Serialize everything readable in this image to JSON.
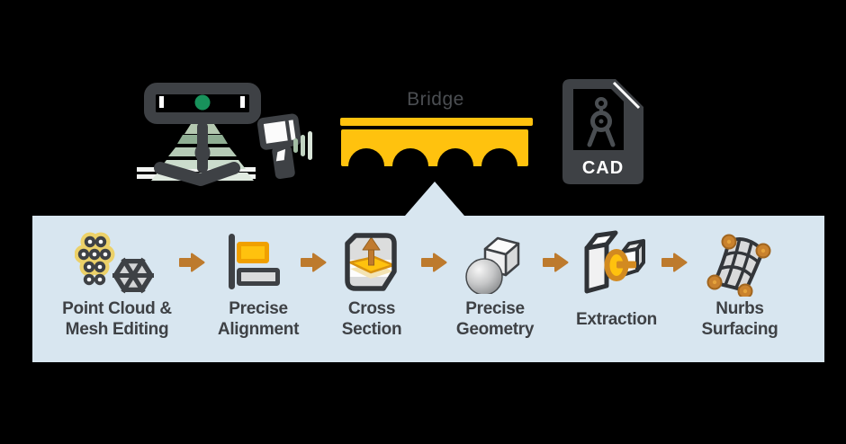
{
  "scene": {
    "scanner": {
      "icon": "3d-scanner-icon"
    },
    "bridge": {
      "label": "Bridge"
    },
    "cad_file": {
      "label": "CAD"
    }
  },
  "flow": {
    "items": [
      {
        "icon": "point-cloud-mesh-icon",
        "label": "Point Cloud &\nMesh Editing"
      },
      {
        "icon": "precise-alignment-icon",
        "label": "Precise\nAlignment"
      },
      {
        "icon": "cross-section-icon",
        "label": "Cross\nSection"
      },
      {
        "icon": "precise-geometry-icon",
        "label": "Precise\nGeometry"
      },
      {
        "icon": "extraction-icon",
        "label": "Extraction"
      },
      {
        "icon": "nurbs-surfacing-icon",
        "label": "Nurbs\nSurfacing"
      }
    ]
  },
  "colors": {
    "background": "#000000",
    "dark_gray": "#3e4145",
    "yellow": "#ffc20e",
    "orange": "#ef9e00",
    "arrow_orange": "#bd7a2d",
    "band_blue": "#d8e6f0",
    "scan_green": "#18925b",
    "beam_green": "#cfdecf",
    "gray_fill": "#d9dadb",
    "label_text": "#3e4145",
    "bridge_label_text": "#4b4e52",
    "cad_text": "#ffffff"
  }
}
